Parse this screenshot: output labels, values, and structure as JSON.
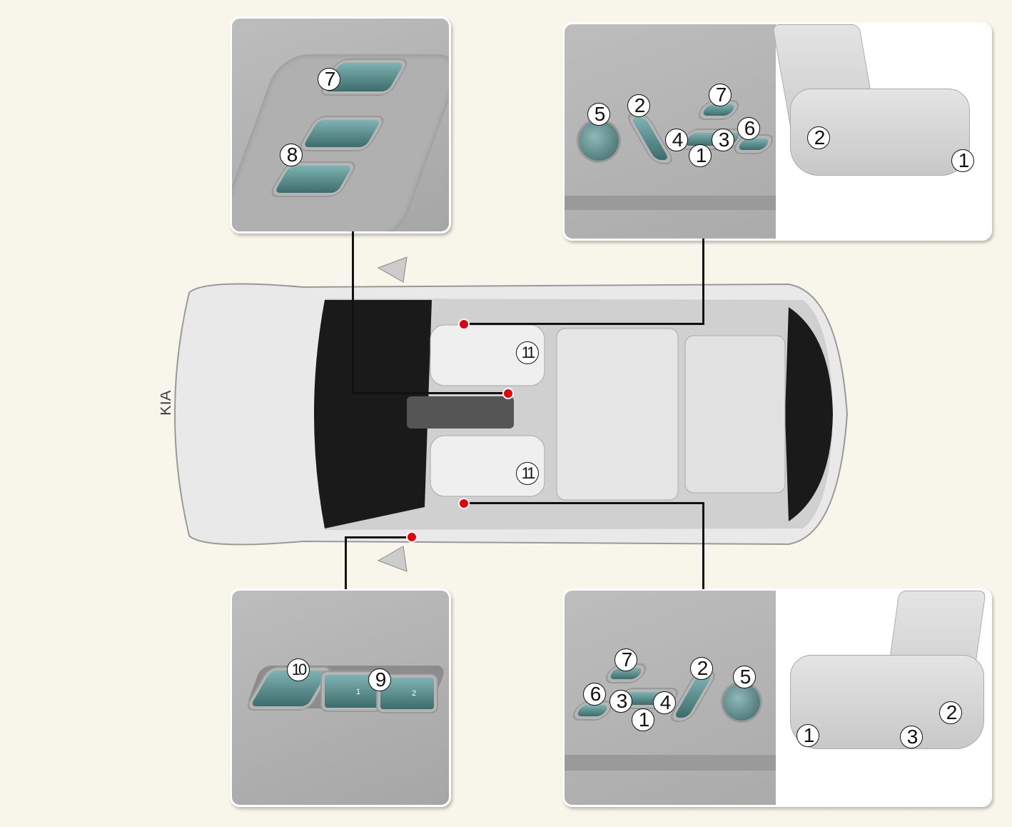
{
  "callouts": {
    "p1": {
      "a": "7",
      "b": "8"
    },
    "p2": {
      "knob": "5",
      "recline": "2",
      "top": "7",
      "side": "6",
      "left": "4",
      "right": "3",
      "bottom": "1",
      "seat_2": "2",
      "seat_1": "1"
    },
    "p3": {
      "a": "10",
      "b": "9"
    },
    "p4": {
      "top": "7",
      "recline": "2",
      "knob": "5",
      "side": "6",
      "left": "3",
      "right": "4",
      "bottom": "1",
      "seat_1": "1",
      "seat_2": "2",
      "seat_3": "3"
    },
    "car": {
      "front_left": "11",
      "front_right": "11"
    }
  },
  "button_icons": {
    "b1": "1",
    "b2": "2"
  },
  "colors": {
    "background": "#f8f6ea",
    "button": "#4f8080",
    "marker": "#e00010"
  }
}
